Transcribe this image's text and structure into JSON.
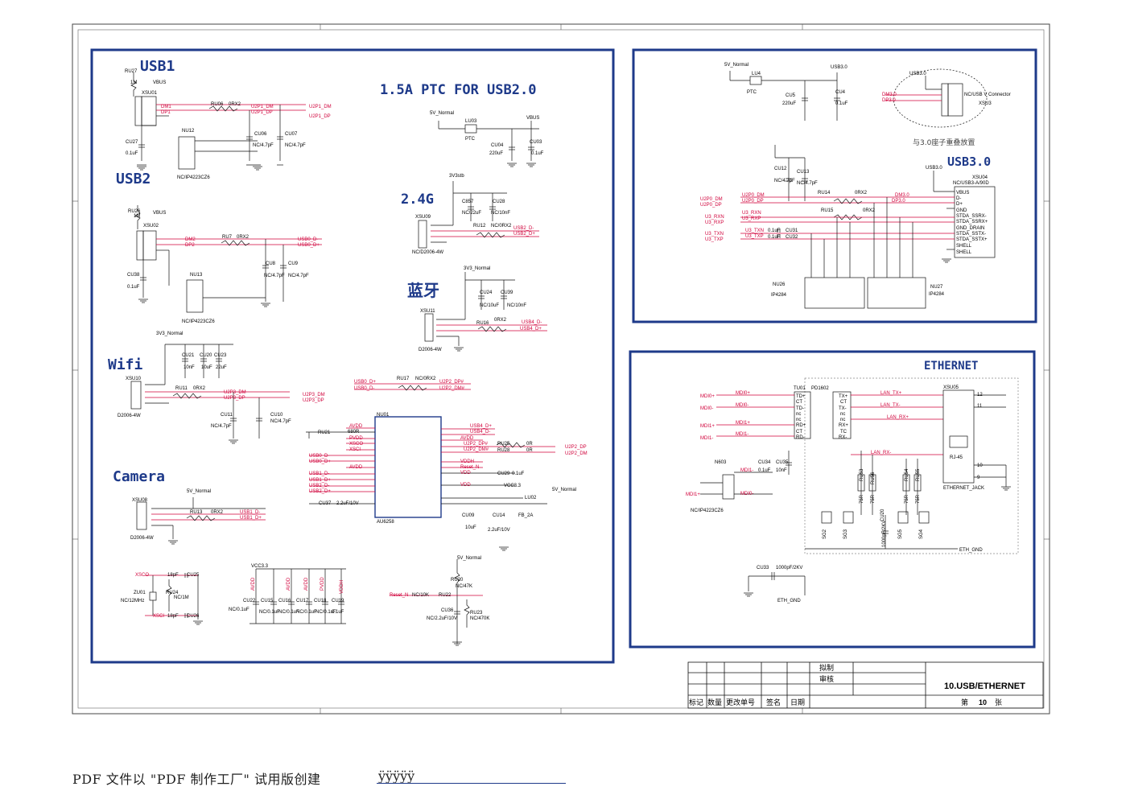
{
  "colors": {
    "frame": "#1e3a8a",
    "wire": "#111111",
    "net": "#d0003a",
    "part": "#000000",
    "power": "#7a0040"
  },
  "sections": {
    "usb1": "USB1",
    "usb2": "USB2",
    "wifi": "Wifi",
    "camera": "Camera",
    "ptc": "1.5A PTC FOR USB2.0",
    "g24": "2.4G",
    "bluetooth": "蓝牙",
    "usb30": "USB3.0",
    "ethernet": "ETHERNET"
  },
  "parts": {
    "ru27": "RU27",
    "r1m": "1M",
    "vbus": "VBUS",
    "xsu01": "XSU01",
    "dm1": "DM1",
    "dp1": "DP1",
    "ru06": "RU06",
    "zero_rx2": "0RX2",
    "u2p1_dm": "U2P1_DM",
    "u2p1_dp": "U2P1_DP",
    "nu12": "NU12",
    "cu06": "CU06",
    "cu07": "CU07",
    "nc47": "NC/4.7pF",
    "cu27": "CU27",
    "c01": "0.1uF",
    "nc_ip4223": "NC/IP4223CZ6",
    "ru26": "RU26",
    "xsu02": "XSU02",
    "dm2": "DM2",
    "dp2": "DP2",
    "ru7": "RU7",
    "usb0_dm": "USB0_D-",
    "usb0_dp": "USB0_D+",
    "cu8": "CU8",
    "cu9": "CU9",
    "cu38": "CU38",
    "nu13": "NU13",
    "v3_normal": "3V3_Normal",
    "cu21": "CU21",
    "cu20": "CU20",
    "cu23": "CU23",
    "c10n": "10nF",
    "c10u": "10uF",
    "c22u": "22uF",
    "xsu10": "XSU10",
    "ru11": "RU11",
    "u2p3_dm": "U2P3_DM",
    "u2p3_dp": "U2P3_DP",
    "cu11": "CU11",
    "cu10": "CU10",
    "d2006": "D2006-4W",
    "v5_normal": "5V_Normal",
    "xsu08": "XSU08",
    "ru13": "RU13",
    "usb1_dm": "USB1_D-",
    "usb1_dp": "USB1_D+",
    "xsco": "XSCO",
    "xsci": "XSCI",
    "c18p": "18pF",
    "cu25": "CU25",
    "cu26": "CU26",
    "zu01": "ZU01",
    "nc12m": "NC/12MHz",
    "ru24": "RU24",
    "nc1m": "NC/1M",
    "vcc33": "VCC3.3",
    "avdd": "AVDD",
    "pvdd": "PVDD",
    "vddh": "VDDH",
    "cu22": "CU22",
    "cu15": "CU15",
    "cu16": "CU16",
    "cu17": "CU17",
    "cu18": "CU18",
    "cu19": "CU19",
    "nc01": "NC/0.1uF",
    "lu03": "LU03",
    "ptc": "PTC",
    "cu04": "CU04",
    "c220u": "220uF",
    "cu03": "CU03",
    "v3stb": "3V3stb",
    "c857": "C857",
    "cu28": "CU28",
    "nc22u": "NC/22uF",
    "nc10n": "NC/10nF",
    "xsu09": "XSU09",
    "ru12": "RU12",
    "nc0rx2": "NC/0RX2",
    "usb2_dm": "USB2_D-",
    "usb2_dp": "USB2_D+",
    "ncd2006": "NC/D2006-4W",
    "cu24": "CU24",
    "cu39": "CU39",
    "nc10u": "NC/10uF",
    "xsu11": "XSU11",
    "ru16": "RU16",
    "usb4_dm": "USB4_D-",
    "usb4_dp": "USB4_D+",
    "ru17": "RU17",
    "u2p2_dp_n": "U2P2_DP#",
    "u2p2_dm_n": "U2P2_DM#",
    "nu01": "NU01",
    "au6258": "AU6258",
    "ru21": "RU21",
    "r680": "680R",
    "ru25": "RU25",
    "ru28": "RU28",
    "r0": "0R",
    "u2p2_dp": "U2P2_DP",
    "u2p2_dm": "U2P2_DM",
    "cu29": "CU29",
    "cu37": "CU37",
    "c22u10": "2.2uF/10V",
    "cu09": "CU09",
    "cu14": "CU14",
    "lu02": "LU02",
    "fb2a": "FB_2A",
    "c10uf": "10uF",
    "reset_n": "Reset_N",
    "nc10k": "NC/10K",
    "ru22": "RU22",
    "ru20": "RU20",
    "nc47k": "NC/47K",
    "cu36": "CU36",
    "nc22u10": "NC/2.2uF/10V",
    "ru23": "RU23",
    "nc470k": "NC/470K",
    "lu4": "LU4",
    "cu5": "CU5",
    "cu4": "CU4",
    "usb30_pwr": "USB3.0",
    "dm30": "DM3.0",
    "dp30": "DP3.0",
    "nc_usbv": "NC/USB V Connector",
    "xsu3": "XSU3",
    "note_30": "与3.0座子重叠放置",
    "cu12": "CU12",
    "cu13": "CU13",
    "ru14": "RU14",
    "ru15": "RU15",
    "u2p0_dm": "U2P0_DM",
    "u2p0_dp": "U2P0_DP",
    "u3_rxn": "U3_RXN",
    "u3_rxp": "U3_RXP",
    "u3_txn": "U3_TXN",
    "u3_txp": "U3_TXP",
    "cu31": "CU31",
    "cu32": "CU32",
    "xsu04": "XSU04",
    "nc_usb3a": "NC/USB3-A/90D",
    "nu26": "NU26",
    "nu27": "NU27",
    "ip4284": "IP4284",
    "tu01": "TU01",
    "pd1602": "PD1602",
    "mdi0p": "MDI0+",
    "mdi0m": "MDI0-",
    "mdi1p": "MDI1+",
    "mdi1m": "MDI1-",
    "lan_txp": "LAN_TX+",
    "lan_txm": "LAN_TX-",
    "lan_rxp": "LAN_RX+",
    "lan_rxm": "LAN_RX-",
    "xsu05": "XSU05",
    "rj45": "RJ-45",
    "eth_jack": "ETHERNET_JACK",
    "n603": "N603",
    "cu34": "CU34",
    "cu35": "CU35",
    "r75": "75R",
    "ru53": "RU53",
    "ru56": "RU56",
    "ru54": "RU54",
    "ru55": "RU55",
    "sg2": "SG2",
    "sg3": "SG3",
    "sg5": "SG5",
    "sg4": "SG4",
    "cu20b": "CU20",
    "c1000p": "1000pF/2KV",
    "cu33": "CU33",
    "eth_gnd": "ETH_GND"
  },
  "title_block": {
    "drawn": "拟制",
    "checked": "审核",
    "title": "10.USB/ETHERNET",
    "hdr_mark": "标记",
    "hdr_qty": "数量",
    "hdr_change": "更改单号",
    "hdr_sign": "签名",
    "hdr_date": "日期",
    "sheet_pre": "第",
    "sheet_num": "10",
    "sheet_post": "张"
  },
  "footer": {
    "text": "PDF 文件以 \"PDF 制作工厂\" 试用版创建",
    "tail": "ÿÿÿÿÿ"
  }
}
